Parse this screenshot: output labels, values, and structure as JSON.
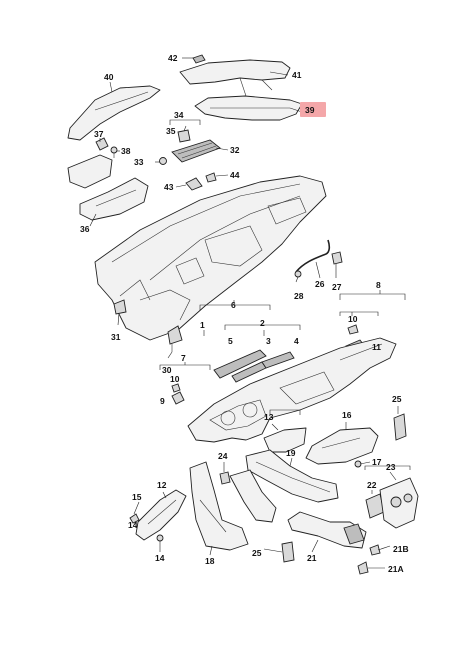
{
  "highlight_color": "#f4a7a9",
  "labels": {
    "l1": "1",
    "l2": "2",
    "l3": "3",
    "l4": "4",
    "l5": "5",
    "l6": "6",
    "l7": "7",
    "l8": "8",
    "l9": "9",
    "l10a": "10",
    "l10b": "10",
    "l11": "11",
    "l12": "12",
    "l13": "13",
    "l14a": "14",
    "l14b": "14",
    "l15": "15",
    "l16": "16",
    "l17": "17",
    "l18": "18",
    "l19": "19",
    "l21": "21",
    "l21a": "21A",
    "l21b": "21B",
    "l22": "22",
    "l23": "23",
    "l24": "24",
    "l25a": "25",
    "l25b": "25",
    "l26": "26",
    "l27": "27",
    "l28": "28",
    "l30": "30",
    "l31": "31",
    "l32": "32",
    "l33": "33",
    "l34": "34",
    "l35": "35",
    "l36": "36",
    "l37": "37",
    "l38": "38",
    "l39": "39",
    "l40": "40",
    "l41": "41",
    "l42": "42",
    "l43": "43",
    "l44": "44"
  }
}
